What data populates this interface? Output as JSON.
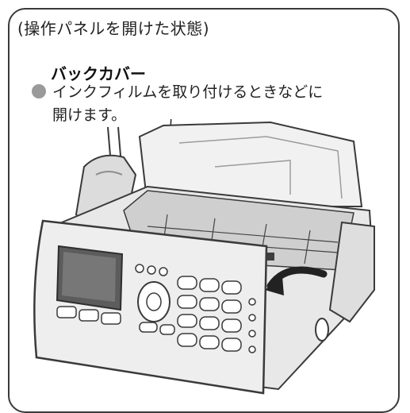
{
  "caption": "(操作パネルを開けた状態)",
  "callout": {
    "title": "バックカバー",
    "note_line1": "インクフィルムを取り付けるときなどに",
    "note_line2": "開けます。"
  },
  "illustration": {
    "subject": "fax-machine-with-open-control-panel",
    "icons": [
      "bullet-icon",
      "curved-arrow-icon"
    ],
    "colors": {
      "outline": "#3a3a3a",
      "body": "#e6e6e6",
      "shade": "#bdbdbd",
      "bullet": "#9a9a9a"
    }
  }
}
